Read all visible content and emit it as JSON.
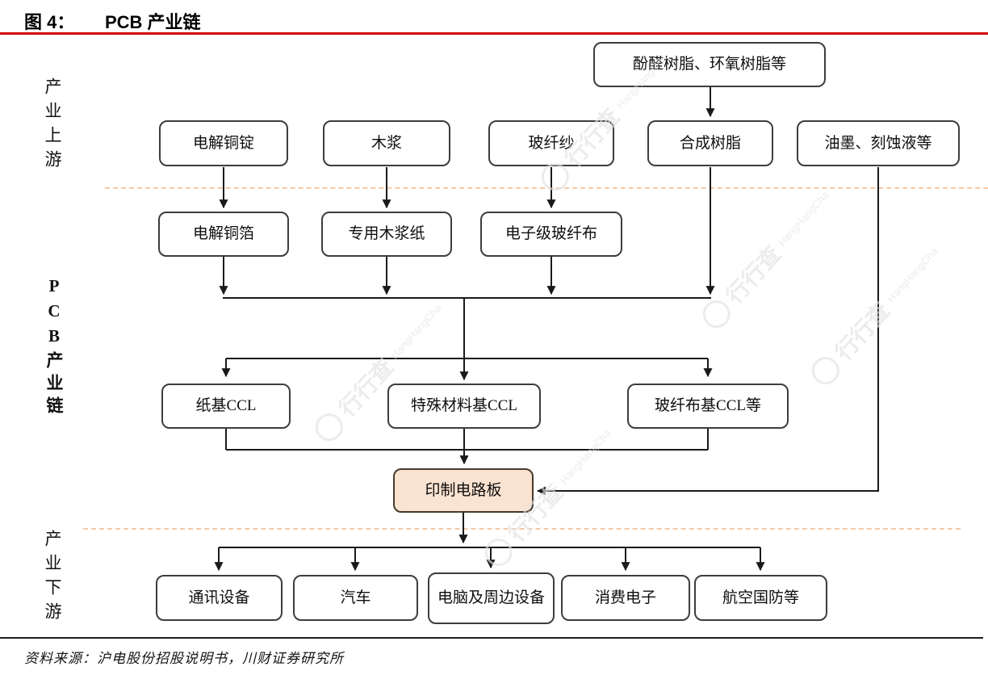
{
  "header": {
    "figure_label": "图 4：",
    "title": "PCB 产业链"
  },
  "side_labels": {
    "upstream": "产业上游",
    "chain": "PCB产业链",
    "downstream": "产业下游"
  },
  "nodes": {
    "phenolic_epoxy": "酚醛树脂、环氧树脂等",
    "copper_ingot": "电解铜锭",
    "wood_pulp": "木浆",
    "glass_fiber_yarn": "玻纤纱",
    "synthetic_resin": "合成树脂",
    "ink_etchant": "油墨、刻蚀液等",
    "copper_foil": "电解铜箔",
    "wood_pulp_paper": "专用木浆纸",
    "e_glass_cloth": "电子级玻纤布",
    "paper_ccl": "纸基CCL",
    "special_ccl": "特殊材料基CCL",
    "glass_cloth_ccl": "玻纤布基CCL等",
    "pcb": "印制电路板",
    "comm_equipment": "通讯设备",
    "automobile": "汽车",
    "computer_peripherals": "电脑及周边设备",
    "consumer_electronics": "消费电子",
    "aerospace_defense": "航空国防等"
  },
  "footer": {
    "source": "资料来源：沪电股份招股说明书，川财证券研究所"
  },
  "watermark": {
    "logo": "行行查",
    "subtext": "HangHangCha"
  },
  "colors": {
    "accent_red": "#d00000",
    "dashed_separator": "#f6c8a6",
    "pcb_fill": "#fae3d1",
    "connector_line": "#1a1a1a"
  }
}
